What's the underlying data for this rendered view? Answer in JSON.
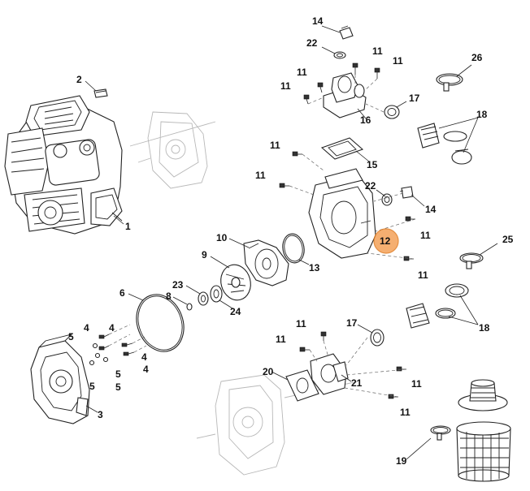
{
  "diagram": {
    "highlight_color": "#f4a259",
    "highlight_stroke": "#e07b20",
    "parts": [
      {
        "id": "p1",
        "label": "1",
        "icon": "engine-icon"
      },
      {
        "id": "p2",
        "label": "2",
        "icon": "key-icon"
      },
      {
        "id": "p3",
        "label": "3",
        "icon": "pump-housing-icon"
      },
      {
        "id": "p4",
        "label": "4",
        "icon": "bolt-icon"
      },
      {
        "id": "p5",
        "label": "5",
        "icon": "washer-icon"
      },
      {
        "id": "p6",
        "label": "6",
        "icon": "o-ring-icon"
      },
      {
        "id": "p8",
        "label": "8",
        "icon": "o-ring-icon"
      },
      {
        "id": "p9",
        "label": "9",
        "icon": "impeller-icon"
      },
      {
        "id": "p10",
        "label": "10",
        "icon": "volute-icon"
      },
      {
        "id": "p11",
        "label": "11",
        "icon": "bolt-icon"
      },
      {
        "id": "p12",
        "label": "12",
        "icon": "pump-casing-icon"
      },
      {
        "id": "p13",
        "label": "13",
        "icon": "o-ring-icon"
      },
      {
        "id": "p14",
        "label": "14",
        "icon": "plug-icon"
      },
      {
        "id": "p15",
        "label": "15",
        "icon": "gasket-icon"
      },
      {
        "id": "p16",
        "label": "16",
        "icon": "outlet-flange-icon"
      },
      {
        "id": "p17",
        "label": "17",
        "icon": "seal-ring-icon"
      },
      {
        "id": "p18",
        "label": "18",
        "icon": "hose-connector-icon"
      },
      {
        "id": "p19",
        "label": "19",
        "icon": "strainer-icon"
      },
      {
        "id": "p20",
        "label": "20",
        "icon": "gasket-icon"
      },
      {
        "id": "p21",
        "label": "21",
        "icon": "inlet-flange-icon"
      },
      {
        "id": "p22",
        "label": "22",
        "icon": "seal-ring-icon"
      },
      {
        "id": "p23",
        "label": "23",
        "icon": "shaft-seal-icon"
      },
      {
        "id": "p24",
        "label": "24",
        "icon": "mechanical-seal-icon"
      },
      {
        "id": "p25",
        "label": "25",
        "icon": "hose-clamp-icon"
      },
      {
        "id": "p26",
        "label": "26",
        "icon": "hose-clamp-icon"
      }
    ]
  }
}
